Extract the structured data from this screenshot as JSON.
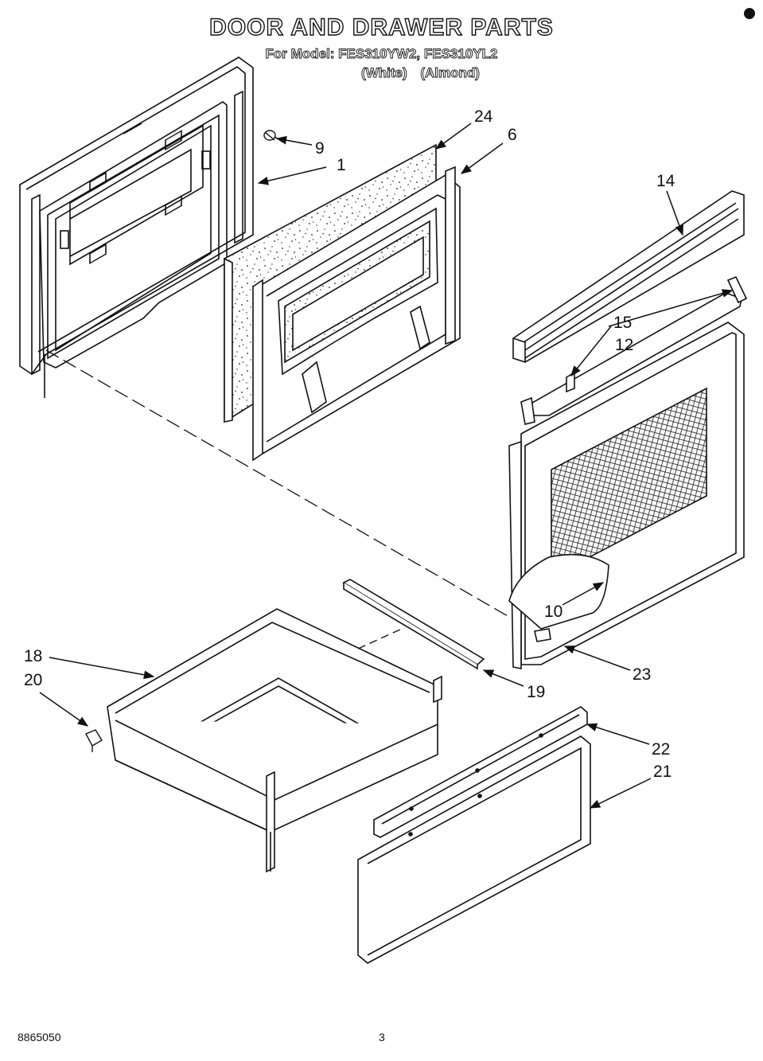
{
  "header": {
    "title": "DOOR AND DRAWER PARTS",
    "model_line": "For Model: FES310YW2, FES310YL2",
    "color_white": "(White)",
    "color_almond": "(Almond)"
  },
  "callouts": {
    "c24": "24",
    "c6": "6",
    "c9": "9",
    "c1": "1",
    "c14": "14",
    "c15": "15",
    "c12": "12",
    "c10": "10",
    "c23": "23",
    "c18": "18",
    "c20": "20",
    "c19": "19",
    "c22": "22",
    "c21": "21"
  },
  "footer": {
    "doc_number": "8865050",
    "page_number": "3"
  }
}
